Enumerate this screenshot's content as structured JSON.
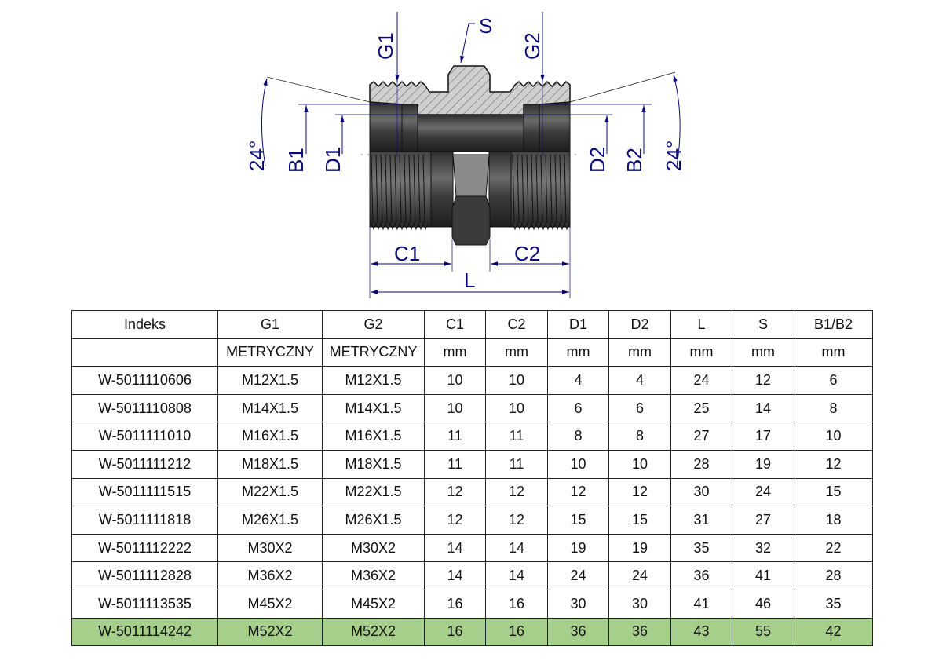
{
  "drawing": {
    "labels": {
      "s": "S",
      "g1": "G1",
      "g2": "G2",
      "angle_left": "24°",
      "angle_right": "24°",
      "b1": "B1",
      "d1": "D1",
      "d2": "D2",
      "b2": "B2",
      "c1": "C1",
      "c2": "C2",
      "l": "L"
    },
    "colors": {
      "dimension": "#0a0a7a",
      "body_dark": "#3a3a3a",
      "section_fill": "#c8c8c8"
    }
  },
  "table": {
    "headers": [
      "Indeks",
      "G1",
      "G2",
      "C1",
      "C2",
      "D1",
      "D2",
      "L",
      "S",
      "B1/B2"
    ],
    "units": [
      "",
      "METRYCZNY",
      "METRYCZNY",
      "mm",
      "mm",
      "mm",
      "mm",
      "mm",
      "mm",
      "mm"
    ],
    "highlight_color": "#a7cf8c",
    "highlighted_row": 9,
    "rows": [
      [
        "W-5011110606",
        "M12X1.5",
        "M12X1.5",
        "10",
        "10",
        "4",
        "4",
        "24",
        "12",
        "6"
      ],
      [
        "W-5011110808",
        "M14X1.5",
        "M14X1.5",
        "10",
        "10",
        "6",
        "6",
        "25",
        "14",
        "8"
      ],
      [
        "W-5011111010",
        "M16X1.5",
        "M16X1.5",
        "11",
        "11",
        "8",
        "8",
        "27",
        "17",
        "10"
      ],
      [
        "W-5011111212",
        "M18X1.5",
        "M18X1.5",
        "11",
        "11",
        "10",
        "10",
        "28",
        "19",
        "12"
      ],
      [
        "W-5011111515",
        "M22X1.5",
        "M22X1.5",
        "12",
        "12",
        "12",
        "12",
        "30",
        "24",
        "15"
      ],
      [
        "W-5011111818",
        "M26X1.5",
        "M26X1.5",
        "12",
        "12",
        "15",
        "15",
        "31",
        "27",
        "18"
      ],
      [
        "W-5011112222",
        "M30X2",
        "M30X2",
        "14",
        "14",
        "19",
        "19",
        "35",
        "32",
        "22"
      ],
      [
        "W-5011112828",
        "M36X2",
        "M36X2",
        "14",
        "14",
        "24",
        "24",
        "36",
        "41",
        "28"
      ],
      [
        "W-5011113535",
        "M45X2",
        "M45X2",
        "16",
        "16",
        "30",
        "30",
        "41",
        "46",
        "35"
      ],
      [
        "W-5011114242",
        "M52X2",
        "M52X2",
        "16",
        "16",
        "36",
        "36",
        "43",
        "55",
        "42"
      ]
    ]
  }
}
